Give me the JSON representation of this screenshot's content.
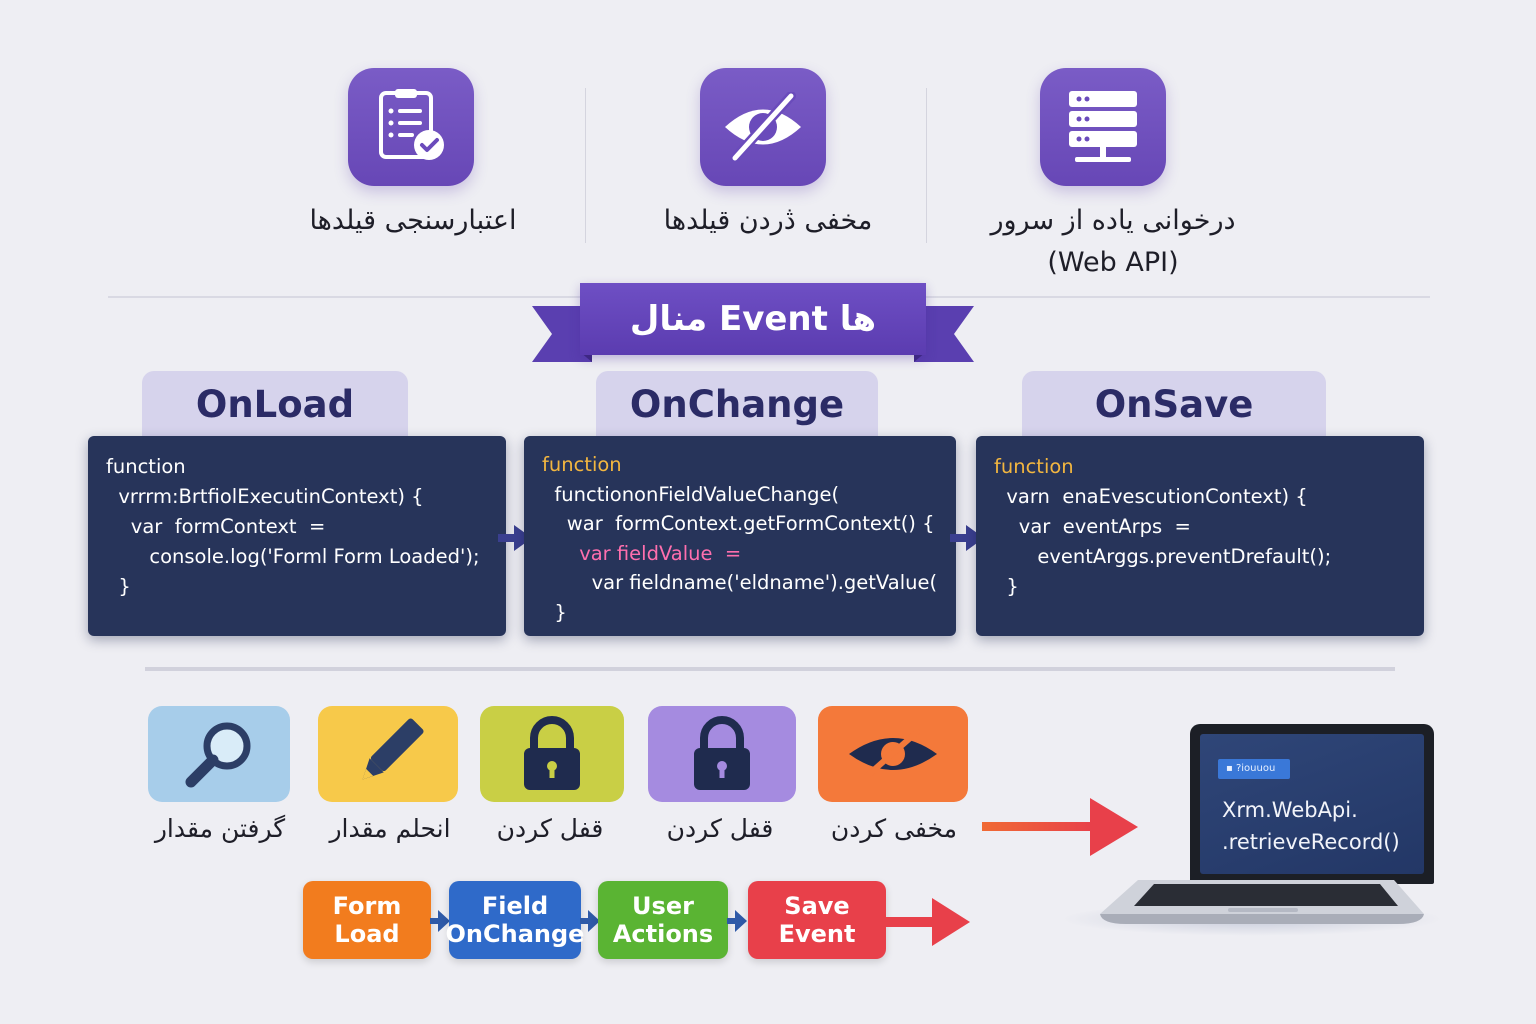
{
  "features": [
    {
      "icon": "checklist-icon",
      "label": "اعتبارسنجی قیلدها",
      "sub": ""
    },
    {
      "icon": "eye-slash-icon",
      "label": "مخفی ڎردن قیلدها",
      "sub": ""
    },
    {
      "icon": "server-icon",
      "label": "درخوانی یاده از سرور",
      "sub": "(Web API)"
    }
  ],
  "ribbon": {
    "label": "منال Event ها"
  },
  "events": [
    {
      "tab": "OnLoad",
      "lines": [
        "function",
        "  vrrrm:BrtfiolExecutinContext) {",
        "    var  formContext  =",
        "       console.log('Forml Form Loaded');",
        "  }"
      ]
    },
    {
      "tab": "OnChange",
      "lines": [
        "function",
        "  functiononFieldValueChange(",
        "    war  formContext.getFormContext() {",
        "      var fieldValue  =",
        "        var fieldname('eldname').getValue();",
        "  }"
      ]
    },
    {
      "tab": "OnSave",
      "lines": [
        "function",
        "  varn  enaEvescutionContext) {",
        "    var  eventArps  =",
        "       eventArggs.preventDrefault();",
        "  }"
      ]
    }
  ],
  "actions": [
    {
      "icon": "search-icon",
      "label": "گرفتن مقدار",
      "color": "#a7cdea"
    },
    {
      "icon": "pencil-icon",
      "label": "انحلم مقدار",
      "color": "#f7c94a"
    },
    {
      "icon": "lock-icon",
      "label": "قفل کردن",
      "color": "#c9cf45"
    },
    {
      "icon": "lock-icon",
      "label": "قفل کردن",
      "color": "#a58be0"
    },
    {
      "icon": "eye-slash-icon",
      "label": "مخفی کردن",
      "color": "#f4793a"
    }
  ],
  "flow": [
    {
      "line1": "Form",
      "line2": "Load",
      "color": "#f27c1e"
    },
    {
      "line1": "Field",
      "line2": "OnChange",
      "color": "#2f6ac9"
    },
    {
      "line1": "User",
      "line2": "Actions",
      "color": "#5ab433"
    },
    {
      "line1": "Save",
      "line2": "Event",
      "color": "#e8404a"
    }
  ],
  "laptop": {
    "chip": "▪ ?iouuou",
    "code_line1": "Xrm.WebApi.",
    "code_line2": ".retrieveRecord()"
  },
  "colors": {
    "purple": "#6a4bbb",
    "code_bg": "#27345a",
    "arrow_red": "#e8404a"
  }
}
